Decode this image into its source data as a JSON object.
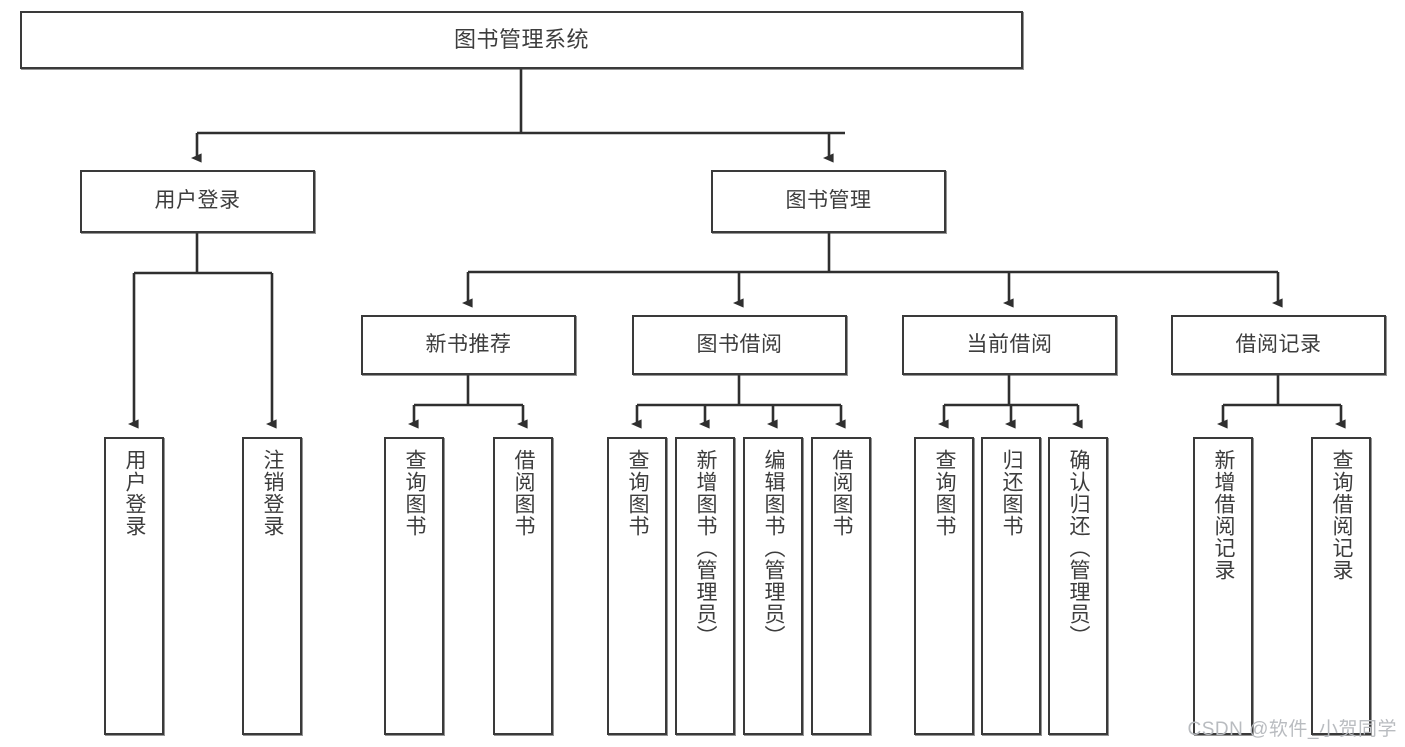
{
  "diagram": {
    "type": "hierarchy-tree",
    "title": "图书管理系统",
    "watermark": "CSDN @软件_小贺同学",
    "colors": {
      "box_border": "#3a3a3a",
      "box_fill": "#ffffff",
      "text": "#3d3d3d",
      "edge": "#2f2f2f",
      "watermark": "#b9bcc0"
    },
    "levels": {
      "root": "图书管理系统",
      "level2": [
        "用户登录",
        "图书管理"
      ],
      "level3": [
        "新书推荐",
        "图书借阅",
        "当前借阅",
        "借阅记录"
      ]
    },
    "nodes": {
      "root": {
        "label": "图书管理系统"
      },
      "user_login": {
        "label": "用户登录"
      },
      "book_manage": {
        "label": "图书管理"
      },
      "new_book_rec": {
        "label": "新书推荐"
      },
      "book_borrow": {
        "label": "图书借阅"
      },
      "current_borrow": {
        "label": "当前借阅"
      },
      "borrow_record": {
        "label": "借阅记录"
      },
      "leaf_user_login": {
        "label": "用户登录"
      },
      "leaf_logout": {
        "label": "注销登录"
      },
      "leaf_query_book_1": {
        "label": "查询图书"
      },
      "leaf_borrow_book_1": {
        "label": "借阅图书"
      },
      "leaf_query_book_2": {
        "label": "查询图书"
      },
      "leaf_add_book_admin": {
        "label": "新增图书（管理员）"
      },
      "leaf_edit_book_admin": {
        "label": "编辑图书（管理员）"
      },
      "leaf_borrow_book_2": {
        "label": "借阅图书"
      },
      "leaf_query_book_3": {
        "label": "查询图书"
      },
      "leaf_return_book": {
        "label": "归还图书"
      },
      "leaf_confirm_return_admin": {
        "label": "确认归还（管理员）"
      },
      "leaf_add_record": {
        "label": "新增借阅记录"
      },
      "leaf_query_record": {
        "label": "查询借阅记录"
      }
    },
    "edges": [
      {
        "from": "root",
        "to": "user_login"
      },
      {
        "from": "root",
        "to": "book_manage"
      },
      {
        "from": "user_login",
        "to": "leaf_user_login"
      },
      {
        "from": "user_login",
        "to": "leaf_logout"
      },
      {
        "from": "book_manage",
        "to": "new_book_rec"
      },
      {
        "from": "book_manage",
        "to": "book_borrow"
      },
      {
        "from": "book_manage",
        "to": "current_borrow"
      },
      {
        "from": "book_manage",
        "to": "borrow_record"
      },
      {
        "from": "new_book_rec",
        "to": "leaf_query_book_1"
      },
      {
        "from": "new_book_rec",
        "to": "leaf_borrow_book_1"
      },
      {
        "from": "book_borrow",
        "to": "leaf_query_book_2"
      },
      {
        "from": "book_borrow",
        "to": "leaf_add_book_admin"
      },
      {
        "from": "book_borrow",
        "to": "leaf_edit_book_admin"
      },
      {
        "from": "book_borrow",
        "to": "leaf_borrow_book_2"
      },
      {
        "from": "current_borrow",
        "to": "leaf_query_book_3"
      },
      {
        "from": "current_borrow",
        "to": "leaf_return_book"
      },
      {
        "from": "current_borrow",
        "to": "leaf_confirm_return_admin"
      },
      {
        "from": "borrow_record",
        "to": "leaf_add_record"
      },
      {
        "from": "borrow_record",
        "to": "leaf_query_record"
      }
    ]
  }
}
